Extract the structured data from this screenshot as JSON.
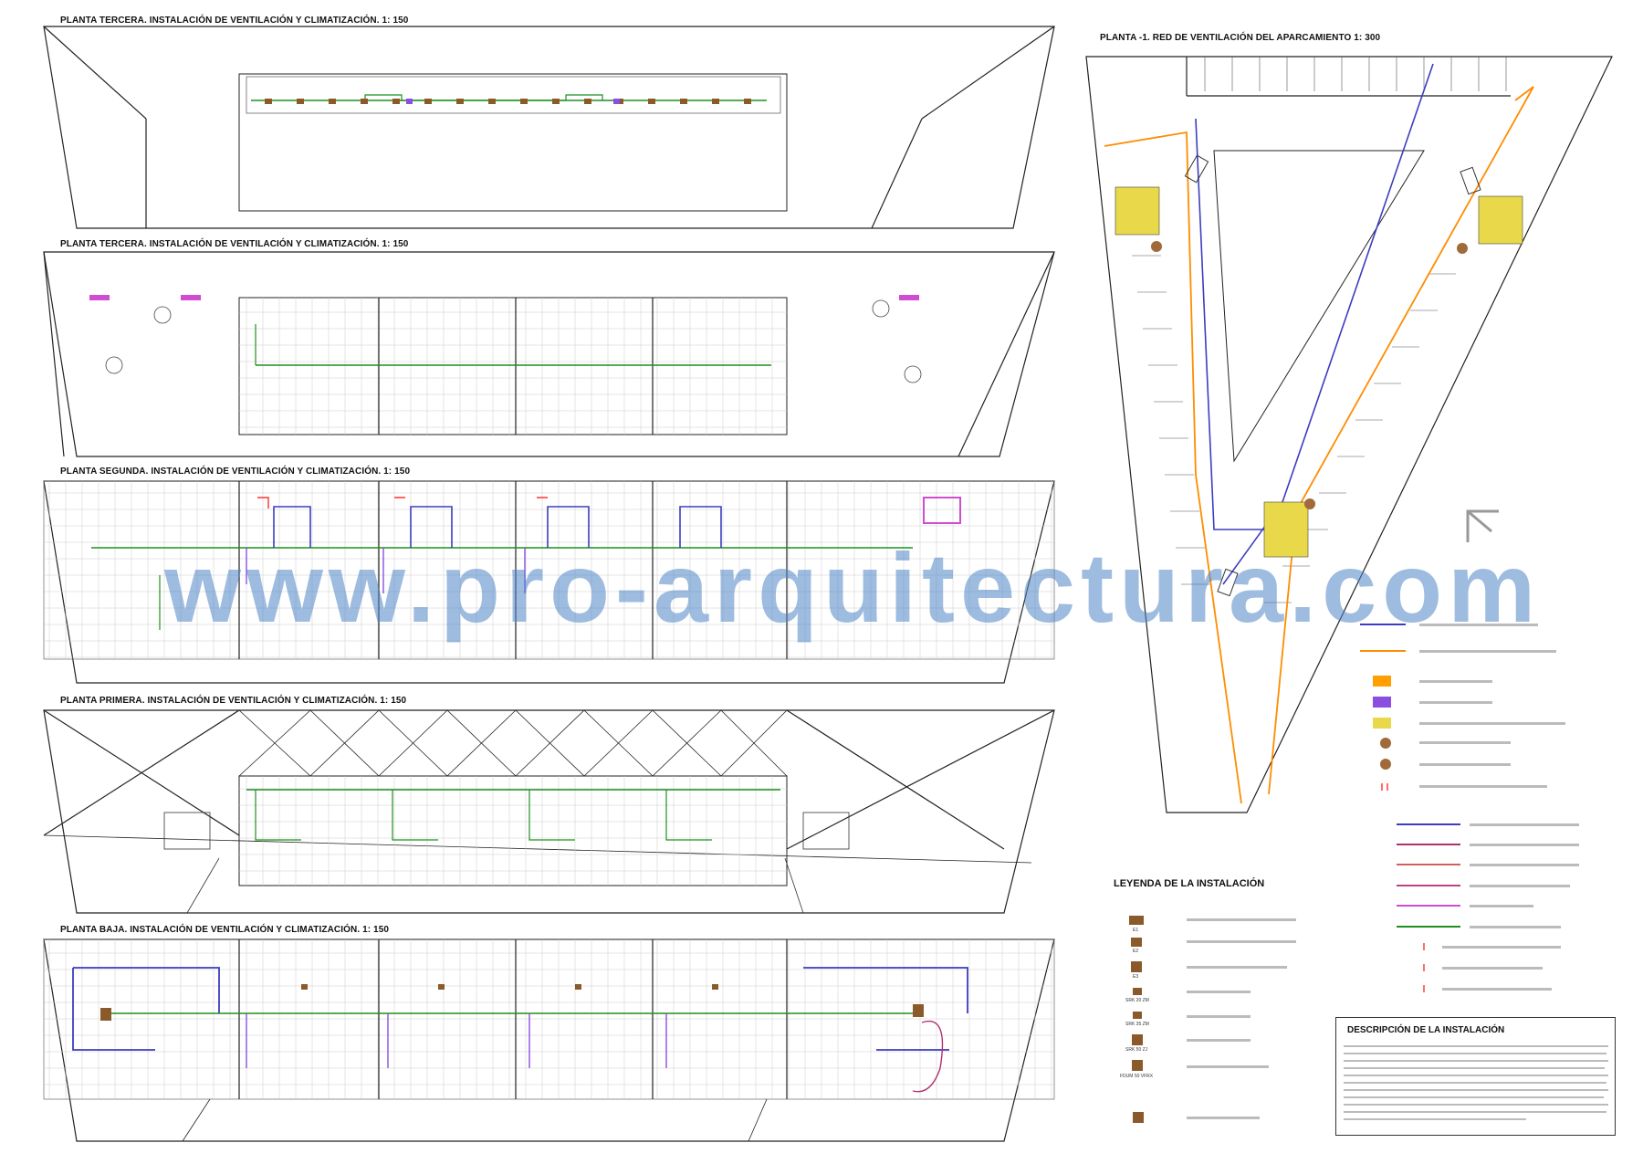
{
  "drawing": {
    "plans": [
      {
        "id": "tercera-cubierta",
        "title": "PLANTA TERCERA. INSTALACIÓN DE VENTILACIÓN Y CLIMATIZACIÓN. 1: 150"
      },
      {
        "id": "tercera",
        "title": "PLANTA TERCERA. INSTALACIÓN DE VENTILACIÓN Y CLIMATIZACIÓN. 1: 150"
      },
      {
        "id": "segunda",
        "title": "PLANTA SEGUNDA. INSTALACIÓN DE VENTILACIÓN Y CLIMATIZACIÓN. 1: 150"
      },
      {
        "id": "primera",
        "title": "PLANTA PRIMERA. INSTALACIÓN DE VENTILACIÓN Y CLIMATIZACIÓN. 1: 150"
      },
      {
        "id": "baja",
        "title": "PLANTA BAJA. INSTALACIÓN DE VENTILACIÓN Y CLIMATIZACIÓN. 1: 150"
      }
    ],
    "parking_title": "PLANTA -1. RED DE VENTILACIÓN DEL APARCAMIENTO 1: 300",
    "watermark": "www.pro-arquitectura.com",
    "legend_title": "LEYENDA DE LA INSTALACIÓN",
    "description_title": "DESCRIPCIÓN DE LA INSTALACIÓN",
    "legend_codes": [
      "E1",
      "E2",
      "E3",
      "SRK 20 ZM",
      "SRK 35 ZM",
      "SRK 50 ZJ",
      "FDUM 50 VFRX"
    ],
    "colors": {
      "supply_duct": "#3d3dbf",
      "extraction_duct": "#ff8c00",
      "refrigerant_line": "#1f8f1f",
      "exhaust_duct": "#b0306f",
      "stair_core": "#e8d84a",
      "equipment": "#8b5a2b",
      "watermark": "#4f86c6"
    }
  }
}
